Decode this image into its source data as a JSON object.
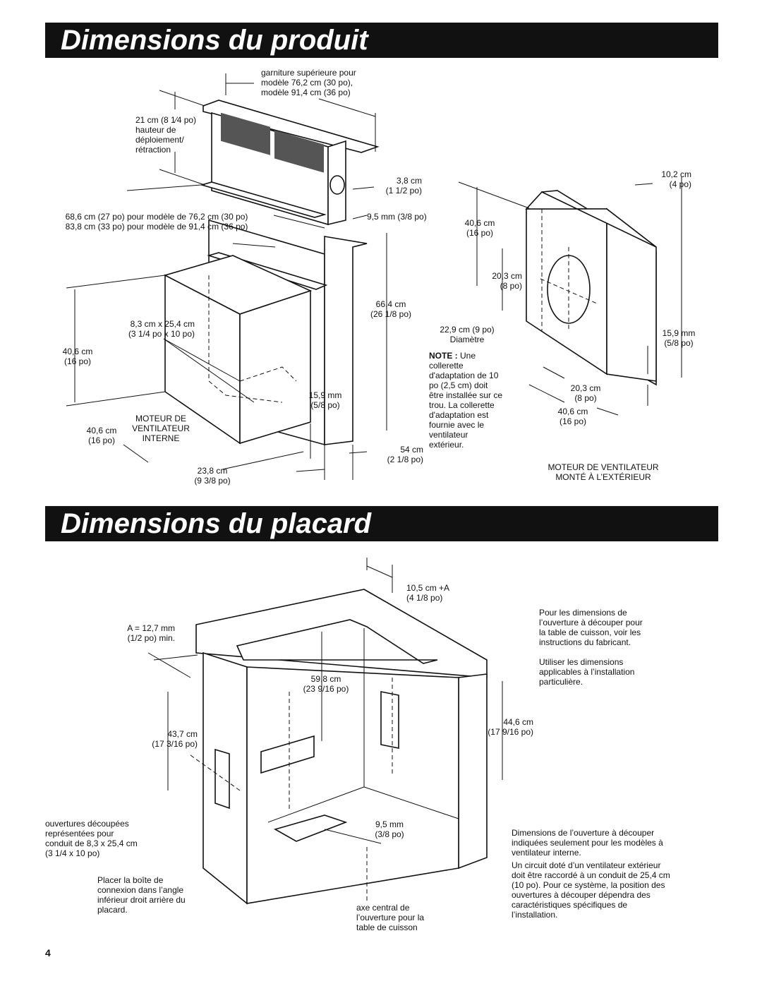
{
  "sections": {
    "product_title": "Dimensions du produit",
    "cabinet_title": "Dimensions du placard"
  },
  "product": {
    "top_trim": "garniture supérieure pour\nmodèle 76,2 cm (30 po),\nmodèle 91,4 cm (36 po)",
    "stroke_height": "21 cm (8 1⁄4 po)\nhauteur de\ndéploiement/\nrétraction",
    "dim_3_8cm": "3,8 cm\n(1 1/2 po)",
    "dim_9_5mm": "9,5 mm (3/8 po)",
    "width_a": "68,6 cm (27 po) pour\n83,8 cm (33 po) pour",
    "width_b": "modèle de 76,2 cm (30 po)\nmodèle de 91,4 cm (36 po)",
    "duct_size": "8,3 cm x 25,4 cm\n(3 1/4 po x 10 po)",
    "height_40_6": "40,6 cm\n(16 po)",
    "height_66_4": "66,4 cm\n(26 1/8 po)",
    "dim_15_9mm": "15,9 mm\n(5/8 po)",
    "motor_internal": "MOTEUR DE\nVENTILATEUR\nINTERNE",
    "depth_40_6": "40,6 cm\n(16 po)",
    "dim_23_8": "23,8 cm\n(9 3/8 po)",
    "dim_54": "54 cm\n(2 1/8 po)"
  },
  "external": {
    "dim_10_2": "10,2 cm\n(4 po)",
    "dim_40_6_h": "40,6 cm\n(16 po)",
    "dim_20_3_v": "20,3 cm\n(8 po)",
    "diameter": "22,9 cm (9 po)\nDiamètre",
    "note_label": "NOTE :",
    "note_text": " Une\ncollerette\nd'adaptation de 10\npo (2,5 cm) doit\nêtre installée sur ce\ntrou. La collerette\nd'adaptation est\nfournie avec le\nventilateur\nextérieur.",
    "dim_15_9": "15,9 mm\n(5/8 po)",
    "dim_20_3_h": "20,3 cm\n(8 po)",
    "dim_40_6_w": "40,6 cm\n(16 po)",
    "caption": "MOTEUR DE VENTILATEUR\nMONTÉ À L’EXTÉRIEUR"
  },
  "cabinet": {
    "dim_10_5": "10,5 cm +A\n(4 1/8 po)",
    "dim_a": "A = 12,7 mm\n(1/2 po) min.",
    "dim_59_8": "59,8 cm\n(23 9/16 po)",
    "dim_43_7": "43,7 cm\n(17 3/16 po)",
    "dim_44_6": "44,6 cm\n(17 9/16 po)",
    "dim_9_5": "9,5 mm\n(3/8 po)",
    "cutouts": "ouvertures découpées\nreprésentées pour\nconduit de 8,3 x 25,4 cm\n(3 1/4 x 10 po)",
    "junction_box": "Placer la boîte de\nconnexion dans l’angle\ninférieur droit arrière du\nplacard.",
    "centerline": "axe central de\nl’ouverture pour la\ntable de cuisson",
    "note_cutout_dims": "Pour les dimensions de\nl’ouverture à découper pour\nla table de cuisson, voir les\ninstructions du fabricant.",
    "note_apply": "Utiliser les dimensions\napplicables à l’installation\nparticulière.",
    "note_internal_only": "Dimensions de l’ouverture à découper\nindiquées seulement pour les modèles à\nventilateur interne.",
    "note_external": "Un circuit doté d’un ventilateur extérieur\ndoit être raccordé à un conduit de 25,4 cm\n(10 po). Pour ce système, la position des\nouvertures à découper dépendra des\ncaractéristiques spécifiques de\nl’installation."
  },
  "page_number": "4"
}
